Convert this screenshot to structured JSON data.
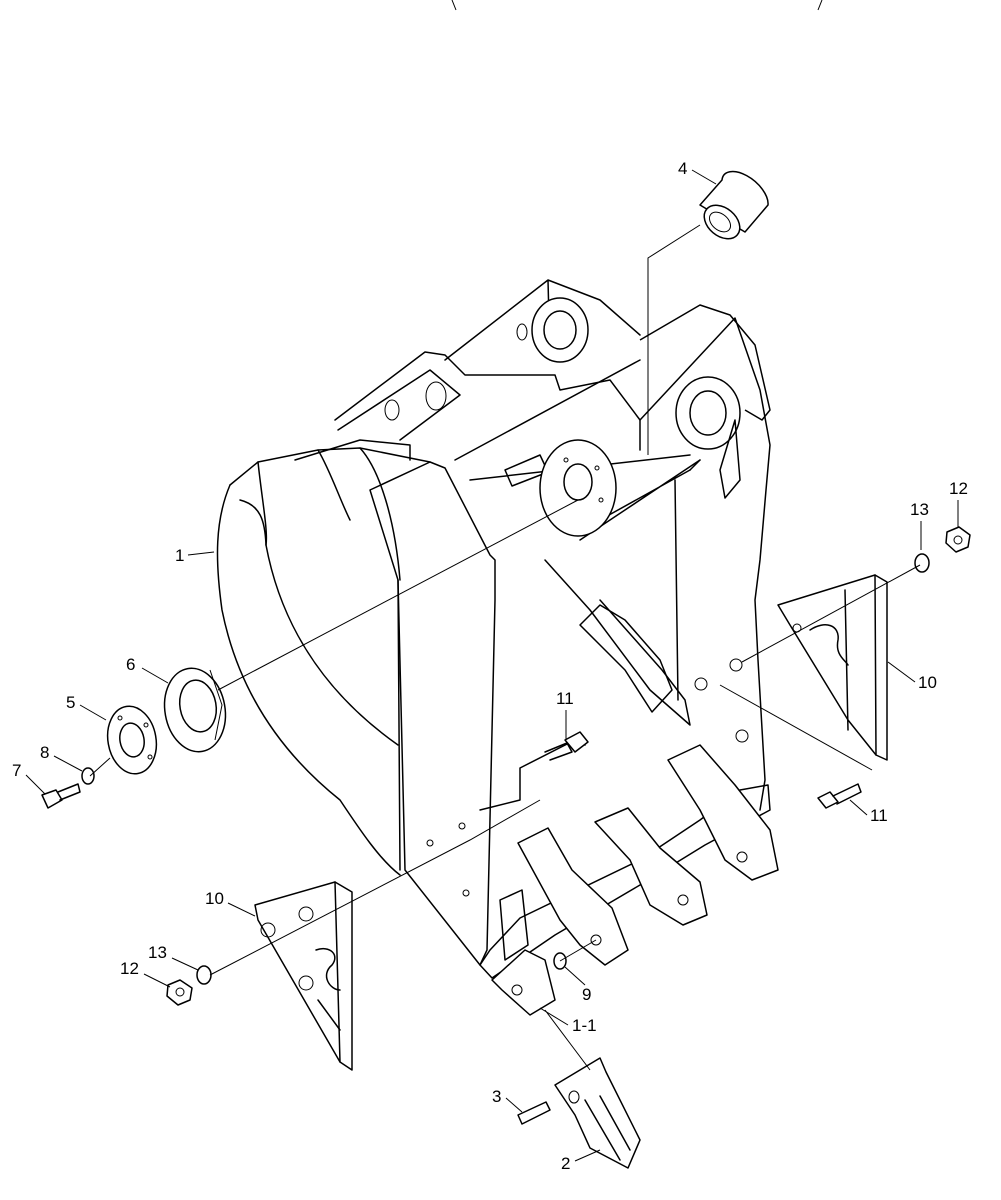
{
  "diagram": {
    "callouts": [
      {
        "id": "c-4",
        "label": "4"
      },
      {
        "id": "c-1",
        "label": "1"
      },
      {
        "id": "c-6",
        "label": "6"
      },
      {
        "id": "c-5",
        "label": "5"
      },
      {
        "id": "c-8",
        "label": "8"
      },
      {
        "id": "c-7",
        "label": "7"
      },
      {
        "id": "c-11a",
        "label": "11"
      },
      {
        "id": "c-13a",
        "label": "13"
      },
      {
        "id": "c-12a",
        "label": "12"
      },
      {
        "id": "c-10a",
        "label": "10"
      },
      {
        "id": "c-11b",
        "label": "11"
      },
      {
        "id": "c-10b",
        "label": "10"
      },
      {
        "id": "c-13b",
        "label": "13"
      },
      {
        "id": "c-12b",
        "label": "12"
      },
      {
        "id": "c-9",
        "label": "9"
      },
      {
        "id": "c-1-1",
        "label": "1-1"
      },
      {
        "id": "c-3",
        "label": "3"
      },
      {
        "id": "c-2",
        "label": "2"
      }
    ]
  }
}
